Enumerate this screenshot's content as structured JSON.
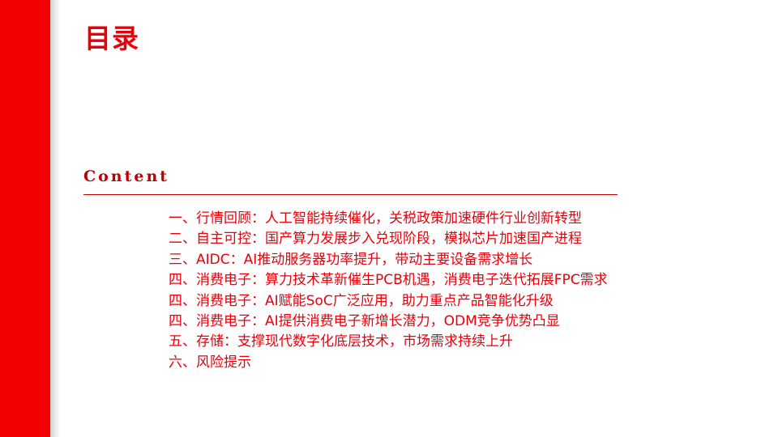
{
  "slide": {
    "title": "目录",
    "content_label": "Content",
    "colors": {
      "accent": "#f40000",
      "title": "#e8000b",
      "label": "#c00000"
    }
  },
  "toc": [
    "一、行情回顾：人工智能持续催化，关税政策加速硬件行业创新转型",
    "二、自主可控：国产算力发展步入兑现阶段，模拟芯片加速国产进程",
    "三、AIDC：AI推动服务器功率提升，带动主要设备需求增长",
    "四、消费电子：算力技术革新催生PCB机遇，消费电子迭代拓展FPC需求",
    "四、消费电子：AI赋能SoC广泛应用，助力重点产品智能化升级",
    "四、消费电子：AI提供消费电子新增长潜力，ODM竞争优势凸显",
    "五、存储：支撑现代数字化底层技术，市场需求持续上升",
    "六、风险提示"
  ]
}
